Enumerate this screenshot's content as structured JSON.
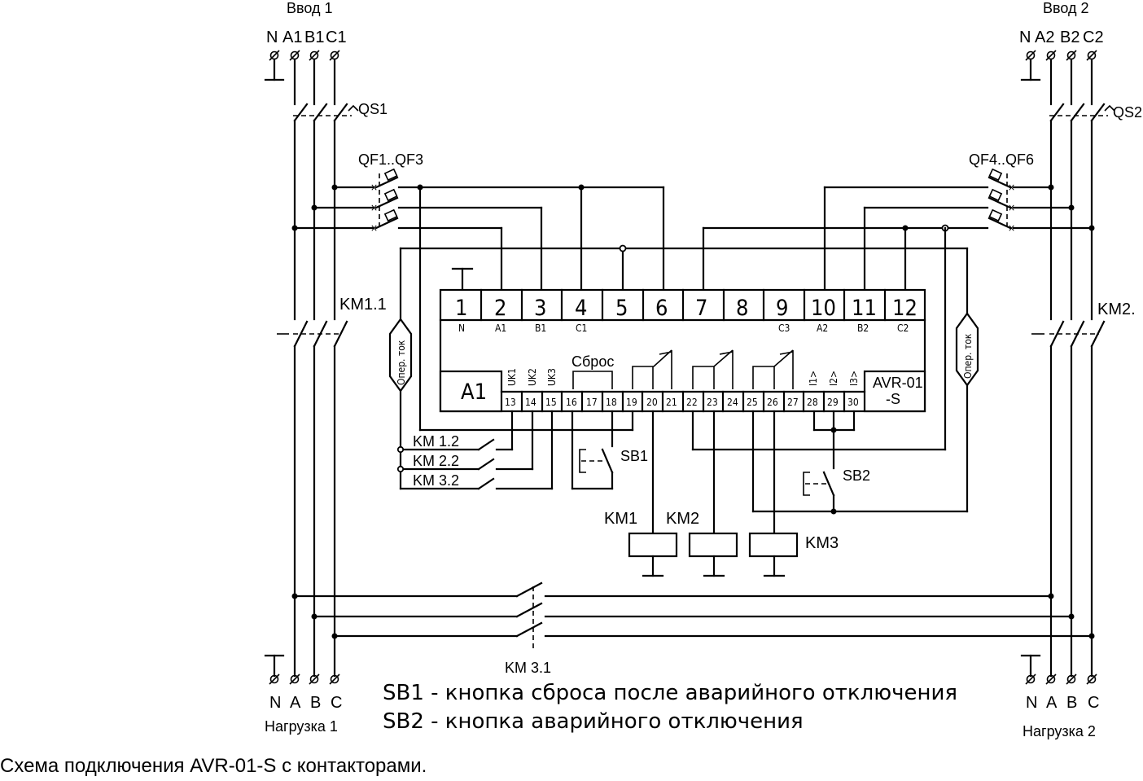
{
  "inputs": {
    "left": {
      "title": "Ввод 1",
      "terminals": [
        "N",
        "A1",
        "B1",
        "C1"
      ]
    },
    "right": {
      "title": "Ввод 2",
      "terminals": [
        "N",
        "A2",
        "B2",
        "C2"
      ]
    }
  },
  "switches": {
    "qs1": "QS1",
    "qs2": "QS2",
    "qf_left": "QF1..QF3",
    "qf_right": "QF4..QF6",
    "km1_1": "KM1.1",
    "km2": "KM2.",
    "km3_1": "KM 3.1",
    "km1_2": "KM 1.2",
    "km2_2": "KM 2.2",
    "km3_2": "KM 3.2",
    "sb1": "SB1",
    "sb2": "SB2"
  },
  "device": {
    "name": "A1",
    "model": "AVR-01",
    "model_suffix": "-S",
    "top_terminals": [
      "1",
      "2",
      "3",
      "4",
      "5",
      "6",
      "7",
      "8",
      "9",
      "10",
      "11",
      "12"
    ],
    "top_sublabels": {
      "1": "N",
      "2": "A1",
      "3": "B1",
      "4": "C1",
      "9": "C3",
      "10": "A2",
      "11": "B2",
      "12": "C2"
    },
    "bottom_terminals": [
      "13",
      "14",
      "15",
      "16",
      "17",
      "18",
      "19",
      "20",
      "21",
      "22",
      "23",
      "24",
      "25",
      "26",
      "27",
      "28",
      "29",
      "30"
    ],
    "uk_labels": [
      "UK1",
      "UK2",
      "UK3"
    ],
    "reset_label": "Сброс",
    "i_labels": [
      "I1>",
      "I2>",
      "I3>"
    ],
    "oper_tok": "Опер. ток"
  },
  "coils": [
    "KM1",
    "KM2",
    "KM3"
  ],
  "loads": {
    "left": {
      "title": "Нагрузка 1",
      "terminals": [
        "N",
        "A",
        "B",
        "C"
      ]
    },
    "right": {
      "title": "Нагрузка 2",
      "terminals": [
        "N",
        "A",
        "B",
        "C"
      ]
    }
  },
  "notes": [
    "SB1 - кнопка сброса после аварийного отключения",
    "SB2  -  кнопка аварийного отключения"
  ],
  "caption": "Схема подключения AVR-01-S с контакторами."
}
